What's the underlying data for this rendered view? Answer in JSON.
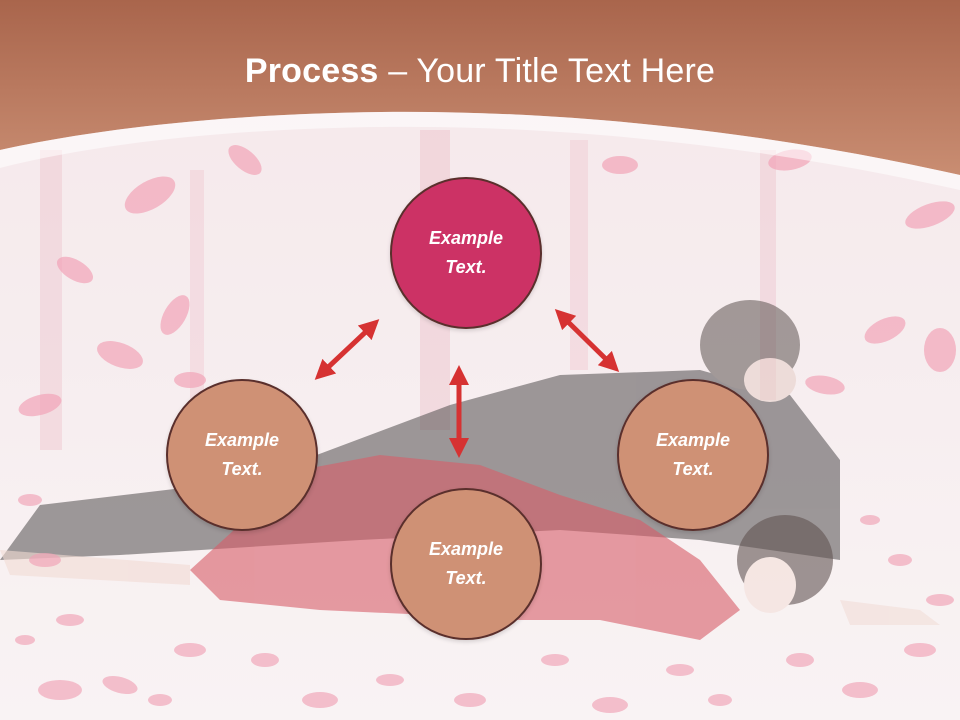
{
  "title": {
    "strong": "Process",
    "rest": " – Your Title Text Here"
  },
  "nodes": [
    {
      "id": "top",
      "line1": "Example",
      "line2": "Text."
    },
    {
      "id": "left",
      "line1": "Example",
      "line2": "Text."
    },
    {
      "id": "right",
      "line1": "Example",
      "line2": "Text."
    },
    {
      "id": "bottom",
      "line1": "Example",
      "line2": "Text."
    }
  ],
  "colors": {
    "header": "#b9765a",
    "center_node": "#cc3265",
    "side_node": "#cf9175",
    "arrow": "#d63232"
  }
}
